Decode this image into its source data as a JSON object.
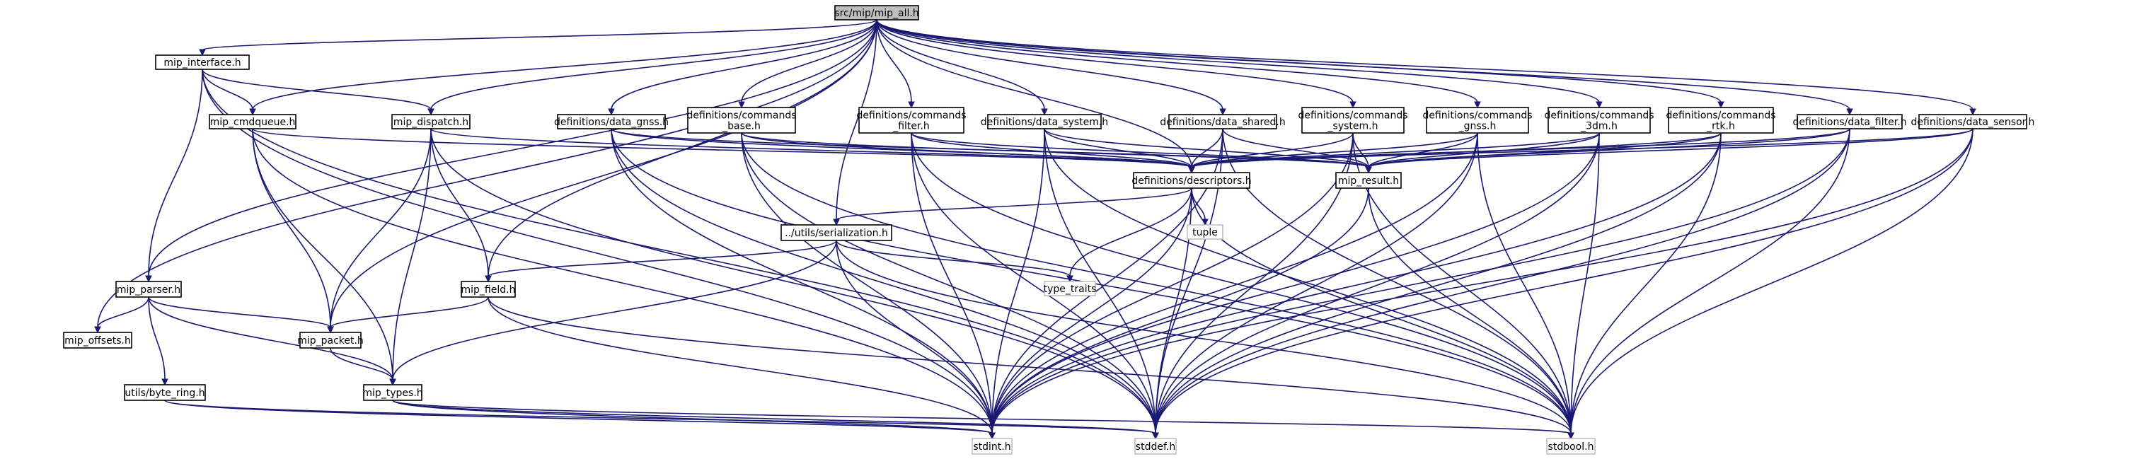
{
  "nodes": [
    {
      "id": "mip_all",
      "lines": [
        "src/mip/mip_all.h"
      ],
      "kind": "root"
    },
    {
      "id": "interface",
      "lines": [
        "mip_interface.h"
      ],
      "kind": "file"
    },
    {
      "id": "cmdqueue",
      "lines": [
        "mip_cmdqueue.h"
      ],
      "kind": "file"
    },
    {
      "id": "dispatch",
      "lines": [
        "mip_dispatch.h"
      ],
      "kind": "file"
    },
    {
      "id": "d_gnss",
      "lines": [
        "definitions/data_gnss.h"
      ],
      "kind": "file"
    },
    {
      "id": "c_base",
      "lines": [
        "definitions/commands",
        "_base.h"
      ],
      "kind": "file"
    },
    {
      "id": "c_filter",
      "lines": [
        "definitions/commands",
        "_filter.h"
      ],
      "kind": "file"
    },
    {
      "id": "d_system",
      "lines": [
        "definitions/data_system.h"
      ],
      "kind": "file"
    },
    {
      "id": "d_shared",
      "lines": [
        "definitions/data_shared.h"
      ],
      "kind": "file"
    },
    {
      "id": "c_system",
      "lines": [
        "definitions/commands",
        "_system.h"
      ],
      "kind": "file"
    },
    {
      "id": "c_gnss",
      "lines": [
        "definitions/commands",
        "_gnss.h"
      ],
      "kind": "file"
    },
    {
      "id": "c_3dm",
      "lines": [
        "definitions/commands",
        "_3dm.h"
      ],
      "kind": "file"
    },
    {
      "id": "c_rtk",
      "lines": [
        "definitions/commands",
        "_rtk.h"
      ],
      "kind": "file"
    },
    {
      "id": "d_filter",
      "lines": [
        "definitions/data_filter.h"
      ],
      "kind": "file"
    },
    {
      "id": "d_sensor",
      "lines": [
        "definitions/data_sensor.h"
      ],
      "kind": "file"
    },
    {
      "id": "descriptors",
      "lines": [
        "definitions/descriptors.h"
      ],
      "kind": "file"
    },
    {
      "id": "result",
      "lines": [
        "mip_result.h"
      ],
      "kind": "file"
    },
    {
      "id": "tuple",
      "lines": [
        "tuple"
      ],
      "kind": "ext"
    },
    {
      "id": "serialization",
      "lines": [
        "../utils/serialization.h"
      ],
      "kind": "file"
    },
    {
      "id": "type_traits",
      "lines": [
        "type_traits"
      ],
      "kind": "ext"
    },
    {
      "id": "field",
      "lines": [
        "mip_field.h"
      ],
      "kind": "file"
    },
    {
      "id": "parser",
      "lines": [
        "mip_parser.h"
      ],
      "kind": "file"
    },
    {
      "id": "offsets",
      "lines": [
        "mip_offsets.h"
      ],
      "kind": "file"
    },
    {
      "id": "packet",
      "lines": [
        "mip_packet.h"
      ],
      "kind": "file"
    },
    {
      "id": "byte_ring",
      "lines": [
        "utils/byte_ring.h"
      ],
      "kind": "file"
    },
    {
      "id": "types",
      "lines": [
        "mip_types.h"
      ],
      "kind": "file"
    },
    {
      "id": "stdint",
      "lines": [
        "stdint.h"
      ],
      "kind": "ext"
    },
    {
      "id": "stddef",
      "lines": [
        "stddef.h"
      ],
      "kind": "ext"
    },
    {
      "id": "stdbool",
      "lines": [
        "stdbool.h"
      ],
      "kind": "ext"
    }
  ],
  "edges": [
    [
      "mip_all",
      "interface"
    ],
    [
      "mip_all",
      "cmdqueue"
    ],
    [
      "mip_all",
      "dispatch"
    ],
    [
      "mip_all",
      "d_gnss"
    ],
    [
      "mip_all",
      "c_base"
    ],
    [
      "mip_all",
      "c_filter"
    ],
    [
      "mip_all",
      "d_system"
    ],
    [
      "mip_all",
      "d_shared"
    ],
    [
      "mip_all",
      "c_system"
    ],
    [
      "mip_all",
      "c_gnss"
    ],
    [
      "mip_all",
      "c_3dm"
    ],
    [
      "mip_all",
      "c_rtk"
    ],
    [
      "mip_all",
      "d_filter"
    ],
    [
      "mip_all",
      "d_sensor"
    ],
    [
      "mip_all",
      "descriptors"
    ],
    [
      "mip_all",
      "serialization"
    ],
    [
      "mip_all",
      "field"
    ],
    [
      "mip_all",
      "parser"
    ],
    [
      "mip_all",
      "offsets"
    ],
    [
      "mip_all",
      "packet"
    ],
    [
      "interface",
      "cmdqueue"
    ],
    [
      "interface",
      "dispatch"
    ],
    [
      "interface",
      "parser"
    ],
    [
      "interface",
      "stdint"
    ],
    [
      "interface",
      "stddef"
    ],
    [
      "cmdqueue",
      "descriptors"
    ],
    [
      "cmdqueue",
      "packet"
    ],
    [
      "cmdqueue",
      "types"
    ],
    [
      "cmdqueue",
      "stdint"
    ],
    [
      "dispatch",
      "field"
    ],
    [
      "dispatch",
      "packet"
    ],
    [
      "dispatch",
      "types"
    ],
    [
      "dispatch",
      "descriptors"
    ],
    [
      "dispatch",
      "stddef"
    ],
    [
      "d_gnss",
      "descriptors"
    ],
    [
      "d_gnss",
      "result"
    ],
    [
      "d_gnss",
      "stdint"
    ],
    [
      "d_gnss",
      "stddef"
    ],
    [
      "d_gnss",
      "stdbool"
    ],
    [
      "c_base",
      "descriptors"
    ],
    [
      "c_base",
      "result"
    ],
    [
      "c_base",
      "stdint"
    ],
    [
      "c_base",
      "stddef"
    ],
    [
      "c_base",
      "stdbool"
    ],
    [
      "c_filter",
      "descriptors"
    ],
    [
      "c_filter",
      "result"
    ],
    [
      "c_filter",
      "stdint"
    ],
    [
      "c_filter",
      "stddef"
    ],
    [
      "c_filter",
      "stdbool"
    ],
    [
      "d_system",
      "descriptors"
    ],
    [
      "d_system",
      "result"
    ],
    [
      "d_system",
      "stdint"
    ],
    [
      "d_system",
      "stddef"
    ],
    [
      "d_system",
      "stdbool"
    ],
    [
      "d_shared",
      "descriptors"
    ],
    [
      "d_shared",
      "result"
    ],
    [
      "d_shared",
      "stdint"
    ],
    [
      "d_shared",
      "stddef"
    ],
    [
      "d_shared",
      "stdbool"
    ],
    [
      "c_system",
      "descriptors"
    ],
    [
      "c_system",
      "result"
    ],
    [
      "c_system",
      "stdint"
    ],
    [
      "c_system",
      "stddef"
    ],
    [
      "c_system",
      "stdbool"
    ],
    [
      "c_gnss",
      "descriptors"
    ],
    [
      "c_gnss",
      "result"
    ],
    [
      "c_gnss",
      "stdint"
    ],
    [
      "c_gnss",
      "stddef"
    ],
    [
      "c_gnss",
      "stdbool"
    ],
    [
      "c_3dm",
      "descriptors"
    ],
    [
      "c_3dm",
      "result"
    ],
    [
      "c_3dm",
      "stdint"
    ],
    [
      "c_3dm",
      "stddef"
    ],
    [
      "c_3dm",
      "stdbool"
    ],
    [
      "c_rtk",
      "descriptors"
    ],
    [
      "c_rtk",
      "result"
    ],
    [
      "c_rtk",
      "stdint"
    ],
    [
      "c_rtk",
      "stddef"
    ],
    [
      "c_rtk",
      "stdbool"
    ],
    [
      "d_filter",
      "descriptors"
    ],
    [
      "d_filter",
      "result"
    ],
    [
      "d_filter",
      "stdint"
    ],
    [
      "d_filter",
      "stddef"
    ],
    [
      "d_filter",
      "stdbool"
    ],
    [
      "d_sensor",
      "descriptors"
    ],
    [
      "d_sensor",
      "result"
    ],
    [
      "d_sensor",
      "stdint"
    ],
    [
      "d_sensor",
      "stddef"
    ],
    [
      "d_sensor",
      "stdbool"
    ],
    [
      "descriptors",
      "serialization"
    ],
    [
      "descriptors",
      "tuple"
    ],
    [
      "descriptors",
      "type_traits"
    ],
    [
      "descriptors",
      "stdint"
    ],
    [
      "descriptors",
      "stddef"
    ],
    [
      "descriptors",
      "stdbool"
    ],
    [
      "result",
      "stdint"
    ],
    [
      "result",
      "stdbool"
    ],
    [
      "serialization",
      "field"
    ],
    [
      "serialization",
      "types"
    ],
    [
      "serialization",
      "type_traits"
    ],
    [
      "serialization",
      "stdint"
    ],
    [
      "serialization",
      "stdbool"
    ],
    [
      "field",
      "packet"
    ],
    [
      "field",
      "stdint"
    ],
    [
      "field",
      "stdbool"
    ],
    [
      "parser",
      "offsets"
    ],
    [
      "parser",
      "packet"
    ],
    [
      "parser",
      "byte_ring"
    ],
    [
      "parser",
      "types"
    ],
    [
      "packet",
      "types"
    ],
    [
      "byte_ring",
      "stdint"
    ],
    [
      "byte_ring",
      "stddef"
    ],
    [
      "types",
      "stdint"
    ],
    [
      "types",
      "stddef"
    ],
    [
      "types",
      "stdbool"
    ]
  ]
}
